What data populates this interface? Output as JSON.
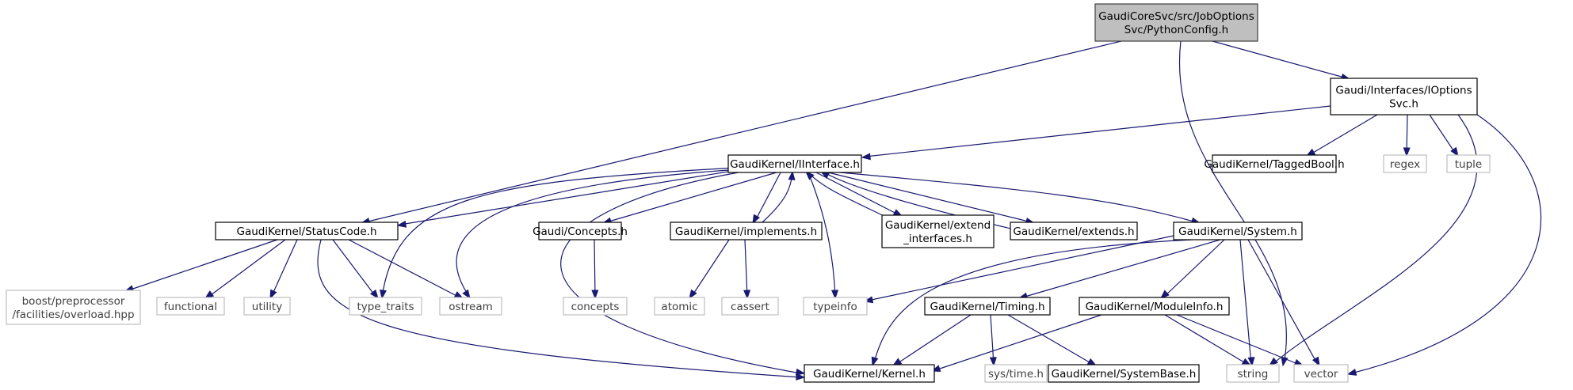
{
  "colors": {
    "edge": "#191970",
    "root_fill": "#bfbfbf",
    "root_stroke": "#404040",
    "local_stroke": "#000000",
    "system_stroke": "#bfbfbf",
    "system_text": "#404040"
  },
  "nodes": [
    {
      "id": "root",
      "kind": "root",
      "lines": [
        "GaudiCoreSvc/src/JobOptions",
        "Svc/PythonConfig.h"
      ]
    },
    {
      "id": "ioptionssvc",
      "kind": "local",
      "lines": [
        "Gaudi/Interfaces/IOptions",
        "Svc.h"
      ]
    },
    {
      "id": "iinterface",
      "kind": "local",
      "lines": [
        "GaudiKernel/IInterface.h"
      ]
    },
    {
      "id": "taggedbool",
      "kind": "local",
      "lines": [
        "GaudiKernel/TaggedBool.h"
      ]
    },
    {
      "id": "regex",
      "kind": "system",
      "lines": [
        "regex"
      ]
    },
    {
      "id": "tuple",
      "kind": "system",
      "lines": [
        "tuple"
      ]
    },
    {
      "id": "statuscode",
      "kind": "local",
      "lines": [
        "GaudiKernel/StatusCode.h"
      ]
    },
    {
      "id": "concepts_h",
      "kind": "local",
      "lines": [
        "Gaudi/Concepts.h"
      ]
    },
    {
      "id": "implements",
      "kind": "local",
      "lines": [
        "GaudiKernel/implements.h"
      ]
    },
    {
      "id": "extend_interfaces",
      "kind": "local",
      "lines": [
        "GaudiKernel/extend",
        "_interfaces.h"
      ]
    },
    {
      "id": "extends",
      "kind": "local",
      "lines": [
        "GaudiKernel/extends.h"
      ]
    },
    {
      "id": "system",
      "kind": "local",
      "lines": [
        "GaudiKernel/System.h"
      ]
    },
    {
      "id": "boost_overload",
      "kind": "system",
      "lines": [
        "boost/preprocessor",
        "/facilities/overload.hpp"
      ]
    },
    {
      "id": "functional",
      "kind": "system",
      "lines": [
        "functional"
      ]
    },
    {
      "id": "utility",
      "kind": "system",
      "lines": [
        "utility"
      ]
    },
    {
      "id": "type_traits",
      "kind": "system",
      "lines": [
        "type_traits"
      ]
    },
    {
      "id": "ostream",
      "kind": "system",
      "lines": [
        "ostream"
      ]
    },
    {
      "id": "concepts",
      "kind": "system",
      "lines": [
        "concepts"
      ]
    },
    {
      "id": "atomic",
      "kind": "system",
      "lines": [
        "atomic"
      ]
    },
    {
      "id": "cassert",
      "kind": "system",
      "lines": [
        "cassert"
      ]
    },
    {
      "id": "typeinfo",
      "kind": "system",
      "lines": [
        "typeinfo"
      ]
    },
    {
      "id": "timing",
      "kind": "local",
      "lines": [
        "GaudiKernel/Timing.h"
      ]
    },
    {
      "id": "moduleinfo",
      "kind": "local",
      "lines": [
        "GaudiKernel/ModuleInfo.h"
      ]
    },
    {
      "id": "kernel",
      "kind": "local",
      "lines": [
        "GaudiKernel/Kernel.h"
      ]
    },
    {
      "id": "systime",
      "kind": "system",
      "lines": [
        "sys/time.h"
      ]
    },
    {
      "id": "systembase",
      "kind": "local",
      "lines": [
        "GaudiKernel/SystemBase.h"
      ]
    },
    {
      "id": "string",
      "kind": "system",
      "lines": [
        "string"
      ]
    },
    {
      "id": "vector",
      "kind": "system",
      "lines": [
        "vector"
      ]
    }
  ],
  "edges": [
    {
      "from": "root",
      "to": "ioptionssvc"
    },
    {
      "from": "root",
      "to": "statuscode"
    },
    {
      "from": "root",
      "to": "string"
    },
    {
      "from": "ioptionssvc",
      "to": "iinterface"
    },
    {
      "from": "ioptionssvc",
      "to": "taggedbool"
    },
    {
      "from": "ioptionssvc",
      "to": "regex"
    },
    {
      "from": "ioptionssvc",
      "to": "tuple"
    },
    {
      "from": "ioptionssvc",
      "to": "string"
    },
    {
      "from": "ioptionssvc",
      "to": "vector"
    },
    {
      "from": "iinterface",
      "to": "statuscode"
    },
    {
      "from": "iinterface",
      "to": "concepts_h"
    },
    {
      "from": "iinterface",
      "to": "implements"
    },
    {
      "from": "iinterface",
      "to": "extend_interfaces"
    },
    {
      "from": "iinterface",
      "to": "extends"
    },
    {
      "from": "iinterface",
      "to": "system"
    },
    {
      "from": "iinterface",
      "to": "type_traits"
    },
    {
      "from": "iinterface",
      "to": "ostream"
    },
    {
      "from": "iinterface",
      "to": "typeinfo"
    },
    {
      "from": "iinterface",
      "to": "kernel"
    },
    {
      "from": "implements",
      "to": "iinterface"
    },
    {
      "from": "implements",
      "to": "atomic"
    },
    {
      "from": "implements",
      "to": "cassert"
    },
    {
      "from": "extend_interfaces",
      "to": "iinterface"
    },
    {
      "from": "extends",
      "to": "iinterface"
    },
    {
      "from": "concepts_h",
      "to": "concepts"
    },
    {
      "from": "statuscode",
      "to": "boost_overload"
    },
    {
      "from": "statuscode",
      "to": "functional"
    },
    {
      "from": "statuscode",
      "to": "utility"
    },
    {
      "from": "statuscode",
      "to": "type_traits"
    },
    {
      "from": "statuscode",
      "to": "ostream"
    },
    {
      "from": "statuscode",
      "to": "kernel"
    },
    {
      "from": "system",
      "to": "kernel"
    },
    {
      "from": "system",
      "to": "typeinfo"
    },
    {
      "from": "system",
      "to": "timing"
    },
    {
      "from": "system",
      "to": "moduleinfo"
    },
    {
      "from": "system",
      "to": "string"
    },
    {
      "from": "system",
      "to": "vector"
    },
    {
      "from": "timing",
      "to": "kernel"
    },
    {
      "from": "timing",
      "to": "systime"
    },
    {
      "from": "timing",
      "to": "systembase"
    },
    {
      "from": "moduleinfo",
      "to": "kernel"
    },
    {
      "from": "moduleinfo",
      "to": "string"
    },
    {
      "from": "moduleinfo",
      "to": "vector"
    }
  ]
}
